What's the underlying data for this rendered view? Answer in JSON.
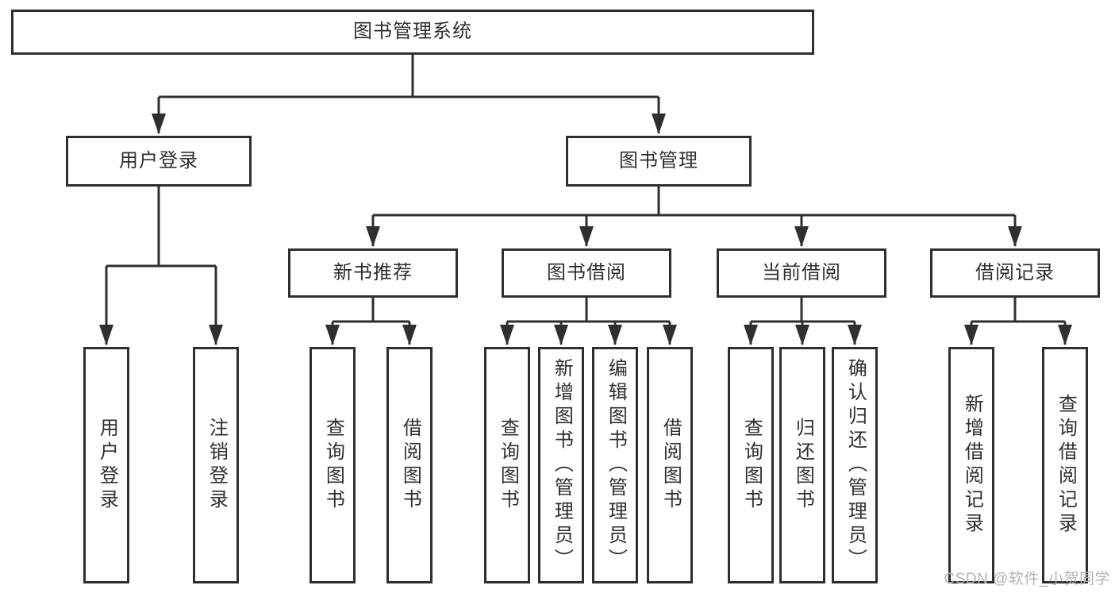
{
  "diagram": {
    "root": {
      "label": "图书管理系统"
    },
    "branches": [
      {
        "label": "用户登录",
        "children": [
          {
            "label": "用户登录"
          },
          {
            "label": "注销登录"
          }
        ]
      },
      {
        "label": "图书管理",
        "children": [
          {
            "label": "新书推荐",
            "children": [
              {
                "label": "查询图书"
              },
              {
                "label": "借阅图书"
              }
            ]
          },
          {
            "label": "图书借阅",
            "children": [
              {
                "label": "查询图书"
              },
              {
                "label": "新增图书（管理员）"
              },
              {
                "label": "编辑图书（管理员）"
              },
              {
                "label": "借阅图书"
              }
            ]
          },
          {
            "label": "当前借阅",
            "children": [
              {
                "label": "查询图书"
              },
              {
                "label": "归还图书"
              },
              {
                "label": "确认归还（管理员）"
              }
            ]
          },
          {
            "label": "借阅记录",
            "children": [
              {
                "label": "新增借阅记录"
              },
              {
                "label": "查询借阅记录"
              }
            ]
          }
        ]
      }
    ]
  },
  "watermark": {
    "text": "CSDN @软件_小贺同学"
  },
  "colors": {
    "line": "#2f2f2f",
    "text": "#2f2f2f",
    "background": "#ffffff",
    "watermark": "#b3b3b3"
  }
}
